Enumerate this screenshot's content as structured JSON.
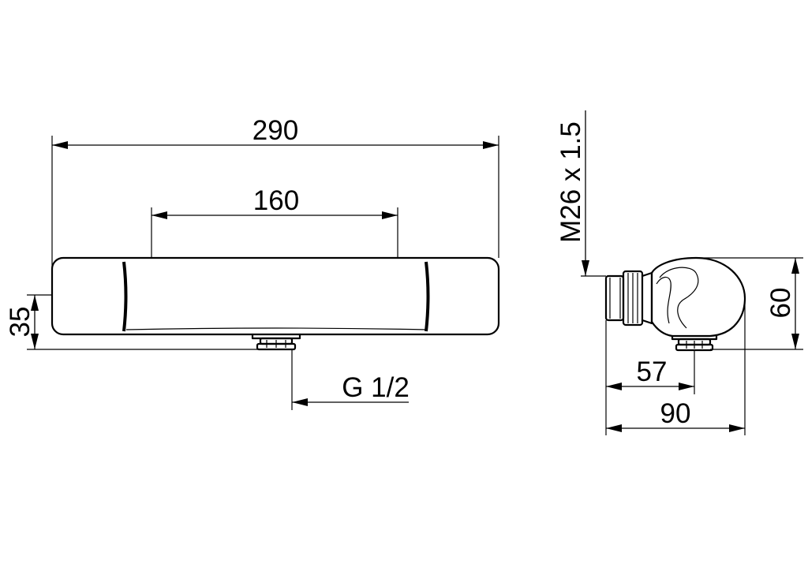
{
  "dimensions": {
    "overall_length": "290",
    "inlet_spacing": "160",
    "body_height": "35",
    "inlet_thread": "G 1/2",
    "outlet_thread": "M26 x 1.5",
    "side_height": "60",
    "outlet_offset": "57",
    "overall_depth": "90"
  }
}
